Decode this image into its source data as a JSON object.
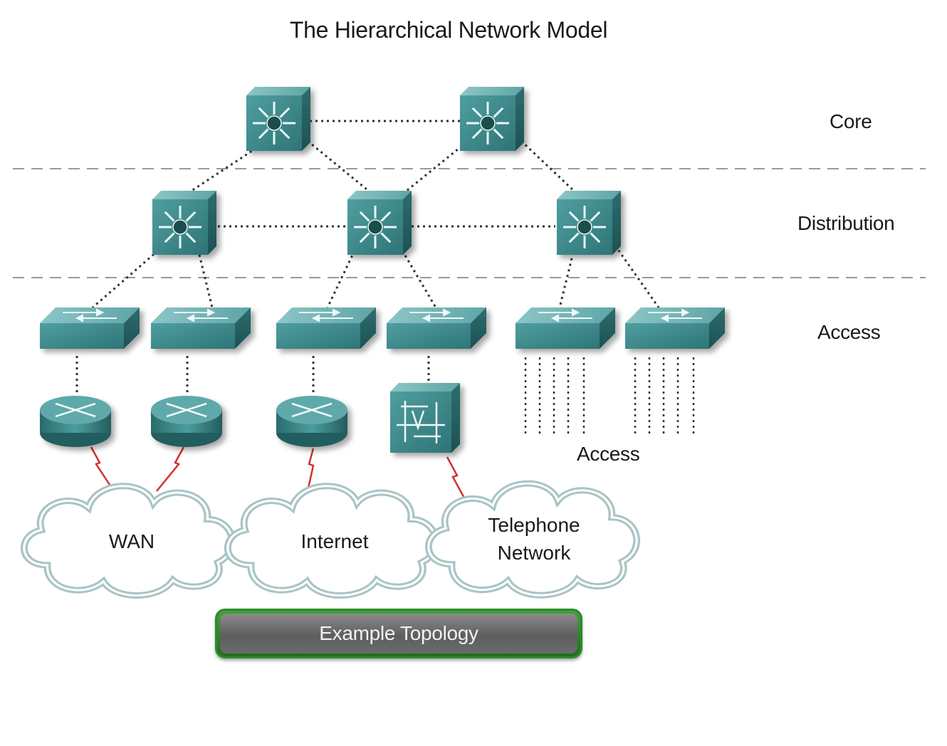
{
  "diagram": {
    "title": "The Hierarchical Network Model",
    "layers": {
      "core": "Core",
      "distribution": "Distribution",
      "access": "Access"
    },
    "access_endpoints_label": "Access",
    "clouds": {
      "wan": "WAN",
      "internet": "Internet",
      "telephone": "Telephone\nNetwork"
    },
    "button_label": "Example Topology",
    "colors": {
      "device": "#3a8a8c",
      "device_dark": "#23605f",
      "device_light": "#6fb2b3",
      "link": "#333333",
      "serial_link": "#d03030",
      "button_border": "#2f8a2c"
    },
    "icons": {
      "multilayer_switch": "multilayer-switch-icon",
      "access_switch": "workgroup-switch-icon",
      "router": "router-icon",
      "voice_gateway": "voice-gateway-icon",
      "cloud": "cloud-icon"
    }
  }
}
